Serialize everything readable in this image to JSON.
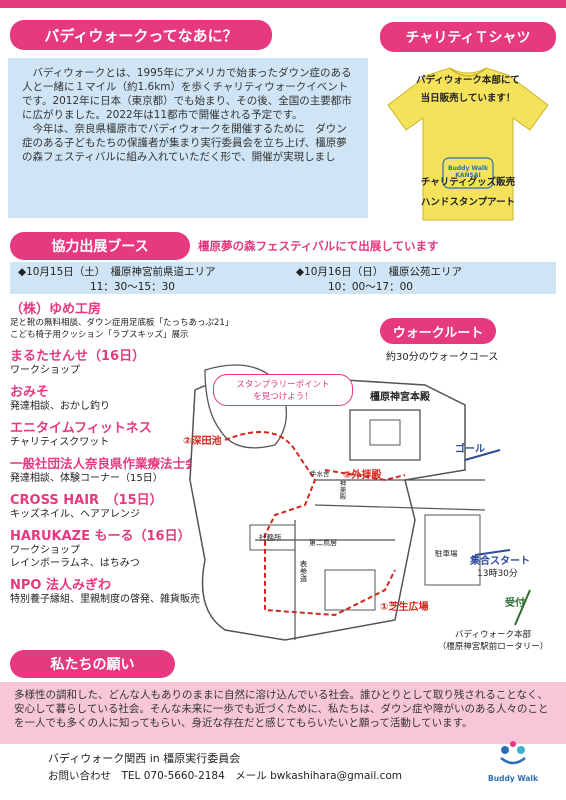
{
  "header": {
    "title_what": "バディウォークってなあに？",
    "title_shirt": "チャリティＴシャツ"
  },
  "intro": {
    "p1": "　バディウォークとは、1995年にアメリカで始まったダウン症のある人と一緒に１マイル（約1.6km）を歩くチャリティウォークイベントです。2012年に日本（東京都）でも始まり、その後、全国の主要都市に広がりました。2022年は11都市で開催される予定です。",
    "p2": "　今年は、奈良県橿原市でバディウォークを開催するために　ダウン症のある子どもたちの保護者が集まり実行委員会を立ち上げ、橿原夢の森フェスティバルに組み入れていただく形で、開催が実現しまし"
  },
  "shirt": {
    "line1": "バディウォーク本部にて",
    "line2": "当日販売しています！",
    "logo": "Buddy Walk KANSAI",
    "line3": "チャリティグッズ販売",
    "line4": "ハンドスタンプアート"
  },
  "booth": {
    "title": "協力出展ブース",
    "subtitle": "橿原夢の森フェスティバルにて出展しています",
    "day1": "◆10月15日（土）　橿原神宮前県道エリア",
    "day1_time": "11：30～15：30",
    "day2": "◆10月16日（日）　橿原公苑エリア",
    "day2_time": "10：00～17：00"
  },
  "exhibitors": [
    {
      "name": "（株）ゆめ工房",
      "desc": "足と靴の無料相談、ダウン症用足底板「たっちあっぷ21」\nこども椅子用クッション「ラブスキッズ」展示"
    },
    {
      "name": "まるたせんせ（16日）",
      "desc": "ワークショップ"
    },
    {
      "name": "おみそ",
      "desc": "発達相談、おかし釣り"
    },
    {
      "name": "エニタイムフィットネス",
      "desc": "チャリティスクワット"
    },
    {
      "name": "一般社団法人奈良県作業療法士会",
      "desc": "発達相談、体験コーナー（15日）"
    },
    {
      "name": "CROSS HAIR　（15日）",
      "desc": "キッズネイル、ヘアアレンジ"
    },
    {
      "name": "HARUKAZE もーる（16日）",
      "desc": "ワークショップ\nレインボーラムネ、はちみつ"
    },
    {
      "name": "NPO 法人みぎわ",
      "desc": "特別養子縁組、里親制度の啓発、雑貨販売"
    }
  ],
  "route": {
    "title": "ウォークルート",
    "subtitle": "約30分のウォークコース",
    "stamp": "スタンプラリーポイント\nを見つけよう！",
    "honden": "橿原神宮本殿",
    "goal": "ゴール",
    "p1": "①芝生広場",
    "p2": "②深田池",
    "p3": "③外拝殿",
    "start": "集合スタート",
    "start_time": "13時30分",
    "reception": "受付",
    "hq": "バディウォーク本部\n（橿原神宮駅前ロータリー）",
    "shamusho": "社務所",
    "omotesando": "表参道",
    "parking": "駐車場",
    "torii": "第二鳥居",
    "temizusha": "手水舎",
    "kaguraden": "神楽殿"
  },
  "wish": {
    "title": "私たちの願い",
    "text": "多様性の調和した、どんな人もありのままに自然に溶け込んでいる社会。誰ひとりとして取り残されることなく、安心して暮らしている社会。そんな未来に一歩でも近づくために、私たちは、ダウン症や障がいのある人々のことを一人でも多くの人に知ってもらい、身近な存在だと感じてもらいたいと願って活動しています。"
  },
  "footer": {
    "org": "バディウォーク関西 in 橿原実行委員会",
    "contact": "お問い合わせ　TEL 070-5660-2184　メール bwkashihara@gmail.com",
    "logo": "Buddy Walk"
  },
  "colors": {
    "accent": "#e6397f",
    "light_blue": "#cfe5f5",
    "pink_bg": "#f7c6d9"
  }
}
